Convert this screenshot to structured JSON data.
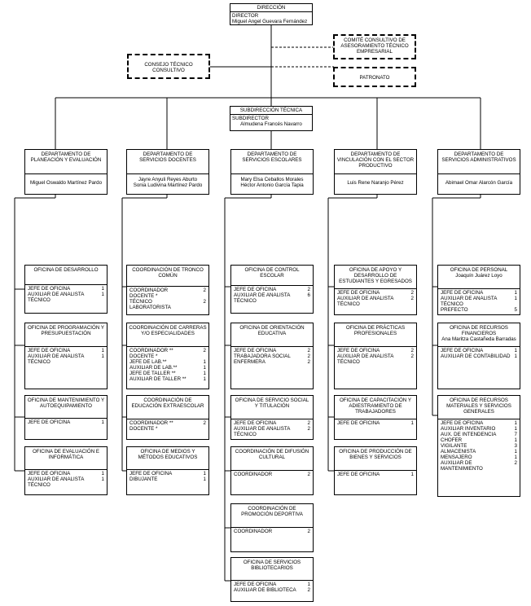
{
  "direccion": {
    "title": "DIRECCIÓN",
    "role": "DIRECTOR",
    "name": "Miguel Angel Guevara Fernández"
  },
  "consejo": {
    "title": "CONSEJO TÉCNICO CONSULTIVO"
  },
  "comite": {
    "title": "COMITÉ CONSULTIVO DE ASESORAMIENTO TÉCNICO EMPRESARIAL"
  },
  "patronato": {
    "title": "PATRONATO"
  },
  "subdireccion": {
    "title": "SUBDIRECCIÓN TÉCNICA",
    "role": "SUBDIRECTOR",
    "name": "Almudena Francés Navarro"
  },
  "departments": [
    {
      "title": "DEPARTAMENTO DE PLANEACIÓN Y EVALUACIÓN",
      "names": [
        "Miguel Oswaldo Martínez Pardo"
      ]
    },
    {
      "title": "DEPARTAMENTO DE SERVICIOS DOCENTES",
      "names": [
        "Jayre Anyuli Reyes Aburto",
        "Sonia Ludivina Martínez Pardo"
      ]
    },
    {
      "title": "DEPARTAMENTO DE SERVICIOS ESCOLARES",
      "names": [
        "Mary Elsa Ceballos Morales",
        "Héctor Antonio García Tapia"
      ]
    },
    {
      "title": "DEPARTAMENTO DE VINCULACIÓN CON EL SECTOR PRODUCTIVO",
      "names": [
        "Luis Rene Naranjo Pérez"
      ]
    },
    {
      "title": "DEPARTAMENTO DE SERVICIOS ADMINISTRATIVOS",
      "names": [
        "Abimael Omar Alarcón García"
      ]
    }
  ],
  "col1": [
    {
      "title": "OFICINA DE DESARROLLO",
      "rows": [
        [
          "JEFE DE OFICINA",
          "1"
        ],
        [
          "AUXILIAR DE ANALISTA",
          "1"
        ],
        [
          "TÉCNICO",
          ""
        ]
      ]
    },
    {
      "title": "OFICINA DE PROGRAMACIÓN Y PRESUPUESTACIÓN",
      "rows": [
        [
          "JEFE DE OFICINA",
          "1"
        ],
        [
          "AUXILIAR DE ANALISTA",
          "1"
        ],
        [
          "TÉCNICO",
          ""
        ]
      ]
    },
    {
      "title": "OFICINA DE MANTENIMIENTO Y AUTOEQUIPAMIENTO",
      "rows": [
        [
          "JEFE DE OFICINA",
          "1"
        ]
      ]
    },
    {
      "title": "OFICINA DE EVALUACIÓN E INFORMÁTICA",
      "rows": [
        [
          "JEFE DE OFICINA",
          "1"
        ],
        [
          "AUXILIAR DE ANALISTA",
          "1"
        ],
        [
          "TÉCNICO",
          ""
        ]
      ]
    }
  ],
  "col2": [
    {
      "title": "COORDINACIÓN DE TRONCO COMÚN",
      "rows": [
        [
          "COORDINADOR",
          "2"
        ],
        [
          "DOCENTE *",
          ""
        ],
        [
          "TÉCNICO",
          "2"
        ],
        [
          "LABORATORISTA",
          ""
        ]
      ]
    },
    {
      "title": "COORDINACIÓN DE CARRERAS Y/O ESPECIALIDADES",
      "rows": [
        [
          "COORDINADOR **",
          "2"
        ],
        [
          "DOCENTE *",
          ""
        ],
        [
          "JEFE DE LAB.**",
          "1"
        ],
        [
          "AUXILIAR DE LAB.**",
          "1"
        ],
        [
          "JEFE DE TALLER **",
          "1"
        ],
        [
          "AUXILIAR DE TALLER **",
          "1"
        ]
      ]
    },
    {
      "title": "COORDINACIÓN DE EDUCACIÓN EXTRAESCOLAR",
      "rows": [
        [
          "COORDINADOR **",
          "2"
        ],
        [
          "DOCENTE *",
          ""
        ]
      ]
    },
    {
      "title": "OFICINA DE MEDIOS Y MÉTODOS EDUCATIVOS",
      "rows": [
        [
          "JEFE DE OFICINA",
          "1"
        ],
        [
          "DIBUJANTE",
          "1"
        ]
      ]
    }
  ],
  "col3": [
    {
      "title": "OFICINA DE CONTROL ESCOLAR",
      "rows": [
        [
          "JEFE DE OFICINA",
          "2"
        ],
        [
          "AUXILIAR DE ANALISTA",
          "6"
        ],
        [
          "TÉCNICO",
          ""
        ]
      ]
    },
    {
      "title": "OFICINA DE ORIENTACIÓN EDUCATIVA",
      "rows": [
        [
          "JEFE DE OFICINA",
          "2"
        ],
        [
          "TRABAJADORA SOCIAL",
          "2"
        ],
        [
          "ENFERMERA",
          "2"
        ]
      ]
    },
    {
      "title": "OFICINA DE SERVICIO SOCIAL Y TITULACIÓN",
      "rows": [
        [
          "JEFE DE OFICINA",
          "2"
        ],
        [
          "AUXILIAR DE ANALISTA",
          "2"
        ],
        [
          "TÉCNICO",
          ""
        ]
      ]
    },
    {
      "title": "COORDINACIÓN DE DIFUSIÓN CULTURAL",
      "rows": [
        [
          "COORDINADOR",
          "2"
        ]
      ]
    },
    {
      "title": "COORDINACIÓN DE PROMOCIÓN DEPORTIVA",
      "rows": [
        [
          "COORDINADOR",
          "2"
        ]
      ]
    },
    {
      "title": "OFICINA DE SERVICIOS BIBLIOTECARIOS",
      "rows": [
        [
          "JEFE DE OFICINA",
          "1"
        ],
        [
          "AUXILIAR DE BIBLIOTECA",
          "2"
        ]
      ]
    }
  ],
  "col4": [
    {
      "title": "OFICINA DE APOYO Y DESARROLLO DE ESTUDIANTES Y EGRESADOS",
      "rows": [
        [
          "JEFE DE OFICINA",
          "2"
        ],
        [
          "AUXILIAR DE ANALISTA",
          "2"
        ],
        [
          "TÉCNICO",
          ""
        ]
      ]
    },
    {
      "title": "OFICINA DE PRÁCTICAS PROFESIONALES",
      "rows": [
        [
          "JEFE DE OFICINA",
          "2"
        ],
        [
          "AUXILIAR DE ANALISTA",
          "2"
        ],
        [
          "TÉCNICO",
          ""
        ]
      ]
    },
    {
      "title": "OFICINA DE CAPACITACIÓN Y ADIESTRAMIENTO DE TRABAJADORES",
      "rows": [
        [
          "JEFE DE OFICINA",
          "1"
        ]
      ]
    },
    {
      "title": "OFICINA DE PRODUCCIÓN DE BIENES Y SERVICIOS",
      "rows": [
        [
          "JEFE DE OFICINA",
          "1"
        ]
      ]
    }
  ],
  "col5": [
    {
      "title": "OFICINA DE PERSONAL",
      "subname": "Joaquín Juárez Loyo",
      "rows": [
        [
          "JEFE DE OFICINA",
          "1"
        ],
        [
          "AUXILIAR DE ANALISTA",
          "1"
        ],
        [
          "TÉCNICO",
          ""
        ],
        [
          "PREFECTO",
          "5"
        ]
      ]
    },
    {
      "title": "OFICINA DE RECURSOS FINANCIEROS",
      "subname": "Ana Maritza Castañeda Barradas",
      "rows": [
        [
          "JEFE DE OFICINA",
          "1"
        ],
        [
          "AUXILIAR DE CONTABILIDAD",
          "1"
        ]
      ]
    },
    {
      "title": "OFICINA DE RECURSOS MATERIALES Y SERVICIOS GENERALES",
      "rows": [
        [
          "JEFE DE OFICINA",
          "1"
        ],
        [
          "AUXILIAR INVENTARIO",
          "1"
        ],
        [
          "AUX. DE INTENDENCIA",
          "7"
        ],
        [
          "CHOFER",
          "1"
        ],
        [
          "VIGILANTE",
          "3"
        ],
        [
          "ALMACENISTA",
          "1"
        ],
        [
          "MENSAJERO",
          "1"
        ],
        [
          "AUXILIAR DE MANTENIMIENTO",
          "2"
        ]
      ]
    }
  ]
}
